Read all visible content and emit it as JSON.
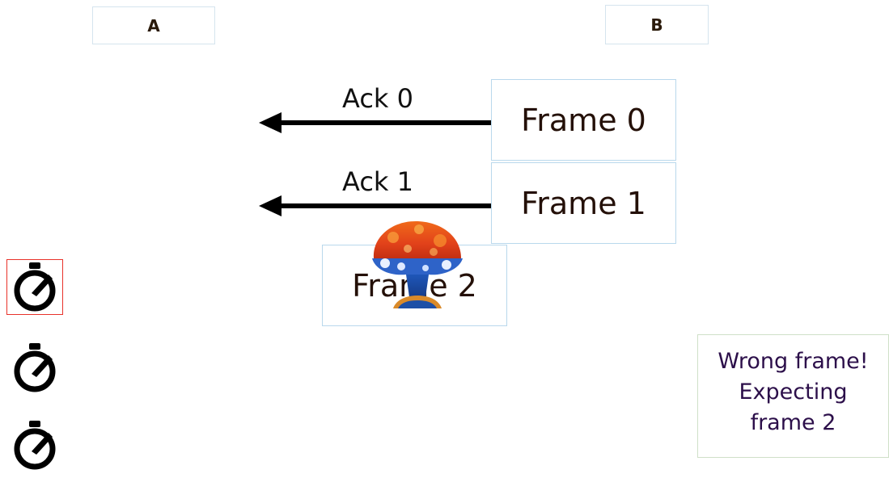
{
  "hosts": {
    "a_label": "A",
    "b_label": "B"
  },
  "acks": [
    {
      "label": "Ack 0"
    },
    {
      "label": "Ack 1"
    }
  ],
  "frames": [
    {
      "label": "Frame 0"
    },
    {
      "label": "Frame 1"
    },
    {
      "label": "Frame 2"
    }
  ],
  "note": {
    "line1": "Wrong frame!",
    "line2": "Expecting",
    "line3": "frame 2"
  },
  "icons": {
    "timer": "stopwatch-icon",
    "explosion": "explosion-icon"
  },
  "colors": {
    "arrow": "#000000",
    "frame_border": "#b9d8ec",
    "note_text": "#2c0f4a",
    "timer_highlight": "#e8322a"
  }
}
